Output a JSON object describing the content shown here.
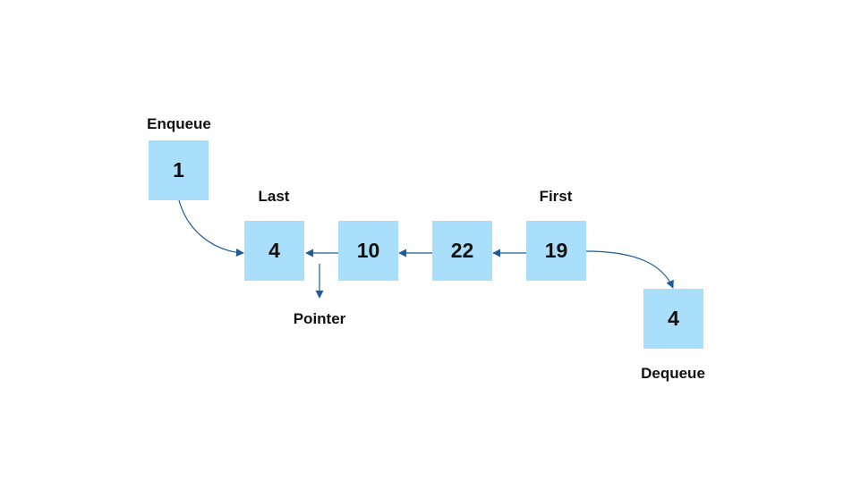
{
  "labels": {
    "enqueue": "Enqueue",
    "last": "Last",
    "first": "First",
    "pointer": "Pointer",
    "dequeue": "Dequeue"
  },
  "nodes": {
    "enqueue_value": "1",
    "queue": [
      "4",
      "10",
      "22",
      "19"
    ],
    "dequeue_value": "4"
  },
  "colors": {
    "node_fill": "#aadffc",
    "arrow": "#1d5c99",
    "text": "#111111"
  }
}
